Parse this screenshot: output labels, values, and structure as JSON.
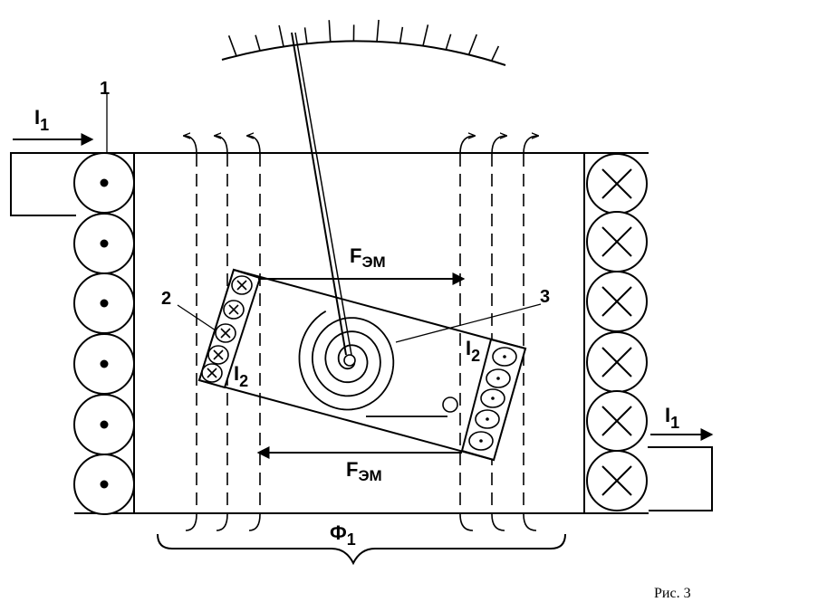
{
  "labels": {
    "coil_number": "1",
    "frame_winding_number": "2",
    "spring_number": "3",
    "current_main_left": "I",
    "current_main_left_sub": "1",
    "current_main_right": "I",
    "current_main_right_sub": "1",
    "current_frame_left": "I",
    "current_frame_left_sub": "2",
    "current_frame_right": "I",
    "current_frame_right_sub": "2",
    "force_top": "F",
    "force_top_sub": "ЭМ",
    "force_bottom": "F",
    "force_bottom_sub": "ЭМ",
    "flux": "Ф",
    "flux_sub": "1"
  },
  "caption": "Рис. 3"
}
